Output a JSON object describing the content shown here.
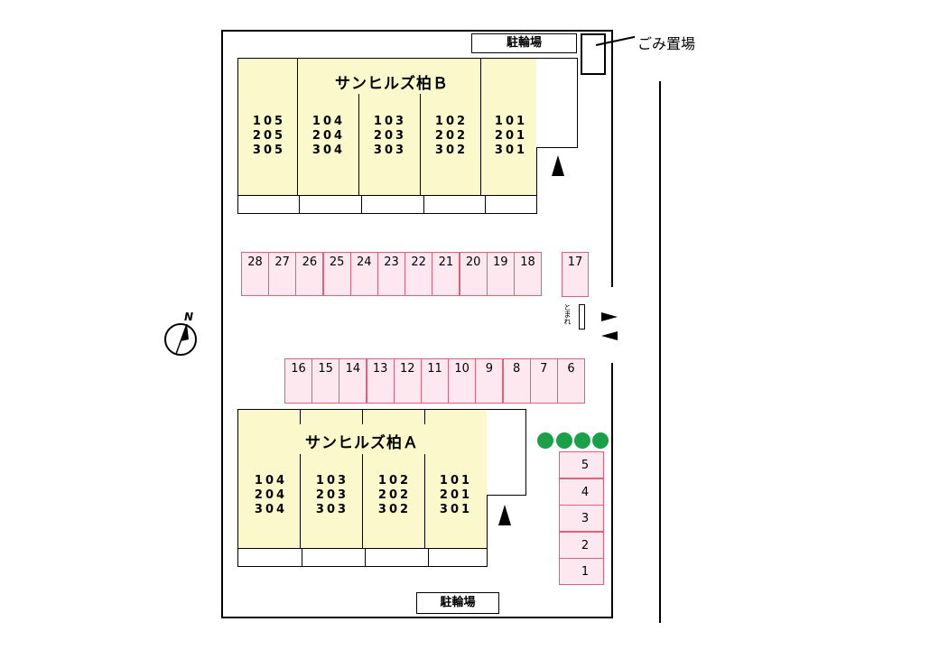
{
  "building_b": {
    "name": "サンヒルズ柏Ｂ",
    "units": [
      {
        "r1": "105",
        "r2": "205",
        "r3": "305"
      },
      {
        "r1": "104",
        "r2": "204",
        "r3": "304"
      },
      {
        "r1": "103",
        "r2": "203",
        "r3": "303"
      },
      {
        "r1": "102",
        "r2": "202",
        "r3": "302"
      },
      {
        "r1": "101",
        "r2": "201",
        "r3": "301"
      }
    ]
  },
  "building_a": {
    "name": "サンヒルズ柏Ａ",
    "units": [
      {
        "r1": "104",
        "r2": "204",
        "r3": "304"
      },
      {
        "r1": "103",
        "r2": "203",
        "r3": "303"
      },
      {
        "r1": "102",
        "r2": "202",
        "r3": "302"
      },
      {
        "r1": "101",
        "r2": "201",
        "r3": "301"
      }
    ]
  },
  "bike_parking": {
    "top_label": "駐輪場",
    "bottom_label": "駐輪場"
  },
  "garbage": {
    "label": "ごみ置場"
  },
  "parking": {
    "row_upper": [
      "28",
      "27",
      "26",
      "25",
      "24",
      "23",
      "22",
      "21",
      "20",
      "19",
      "18"
    ],
    "spot_17": "17",
    "row_lower": [
      "16",
      "15",
      "14",
      "13",
      "12",
      "11",
      "10",
      "9",
      "8",
      "7",
      "6"
    ],
    "column_right": [
      "5",
      "4",
      "3",
      "2",
      "1"
    ]
  },
  "marker_label": "とまれ",
  "compass": {
    "label": "N"
  },
  "colors": {
    "building_fill": "#fbf8cc",
    "parking_fill": "#fde8f0",
    "parking_border": "#e0607a",
    "tree": "#1aa048"
  }
}
